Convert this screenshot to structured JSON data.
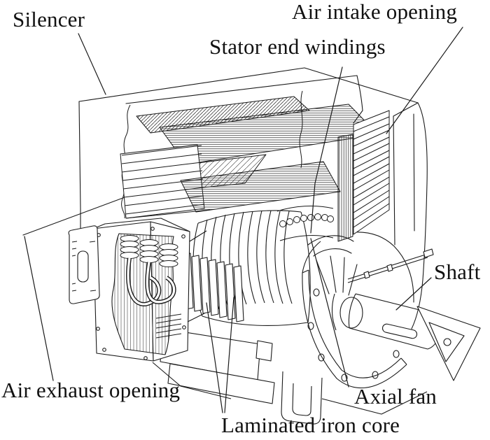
{
  "figure": {
    "type": "technical-cutaway-diagram",
    "ink_color": "#1a1a1a",
    "background_color": "#ffffff",
    "labels": {
      "silencer": "Silencer",
      "air_intake": "Air intake opening",
      "stator_end_windings": "Stator end windings",
      "shaft": "Shaft",
      "air_exhaust": "Air exhaust opening",
      "axial_fan": "Axial fan",
      "laminated_iron_core": "Laminated iron core"
    }
  }
}
